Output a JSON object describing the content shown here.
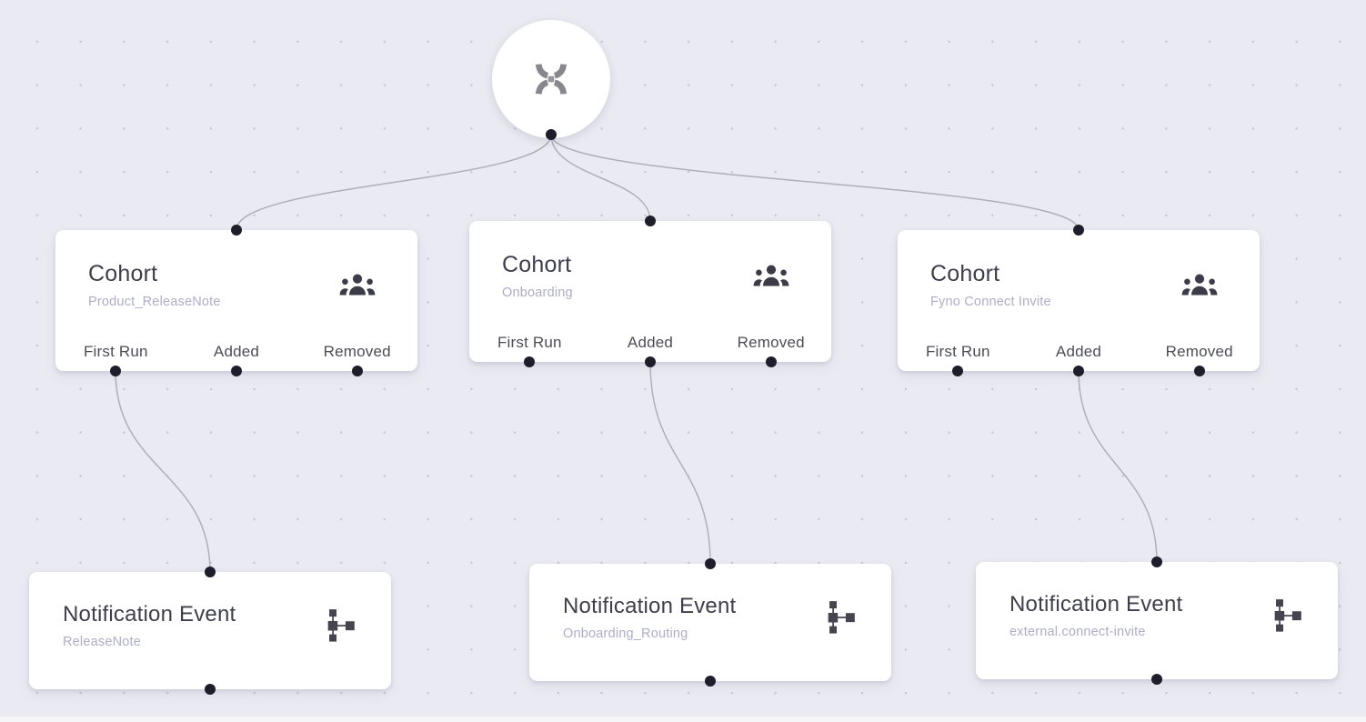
{
  "canvas": {
    "background_color": "#eaeaf2",
    "grid_dot_color": "#c3c3cf",
    "edge_color": "#afafb8",
    "handle_color": "#1d1d2b"
  },
  "root_node": {
    "type": "workflow-trigger",
    "icon": "fyno-logo-icon"
  },
  "cohorts": [
    {
      "title": "Cohort",
      "subtitle": "Product_ReleaseNote",
      "icon": "people-group-icon",
      "outputs": [
        "First Run",
        "Added",
        "Removed"
      ]
    },
    {
      "title": "Cohort",
      "subtitle": "Onboarding",
      "icon": "people-group-icon",
      "outputs": [
        "First Run",
        "Added",
        "Removed"
      ]
    },
    {
      "title": "Cohort",
      "subtitle": "Fyno Connect Invite",
      "icon": "people-group-icon",
      "outputs": [
        "First Run",
        "Added",
        "Removed"
      ]
    }
  ],
  "events": [
    {
      "title": "Notification Event",
      "subtitle": "ReleaseNote",
      "icon": "sitemap-icon"
    },
    {
      "title": "Notification Event",
      "subtitle": "Onboarding_Routing",
      "icon": "sitemap-icon"
    },
    {
      "title": "Notification Event",
      "subtitle": "external.connect-invite",
      "icon": "sitemap-icon"
    }
  ],
  "edges": [
    {
      "from": "root",
      "to": "cohort-1"
    },
    {
      "from": "root",
      "to": "cohort-2"
    },
    {
      "from": "root",
      "to": "cohort-3"
    },
    {
      "from": "cohort-1.first-run",
      "to": "event-1"
    },
    {
      "from": "cohort-2.added",
      "to": "event-2"
    },
    {
      "from": "cohort-3.added",
      "to": "event-3"
    }
  ]
}
